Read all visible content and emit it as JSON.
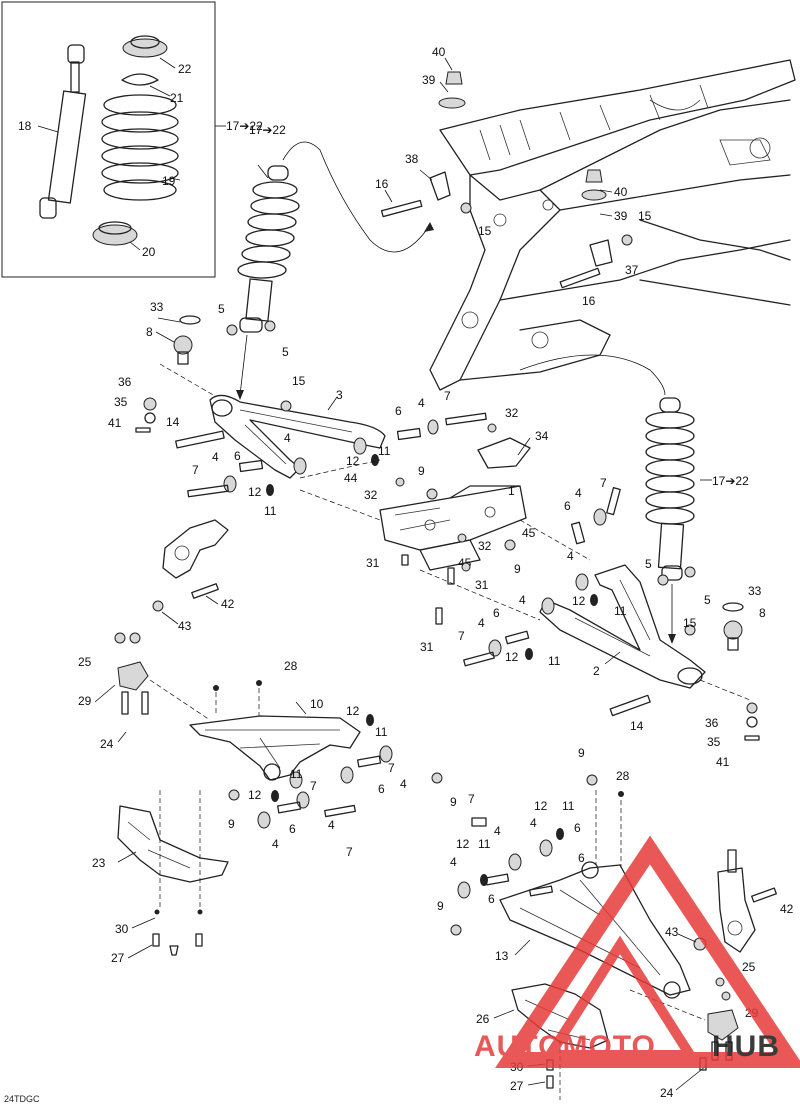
{
  "diagram_code": "24TDGC",
  "inset_reference": "17➔22",
  "watermark": {
    "text_left": "AUTOMOTO",
    "text_right": "HUB",
    "color_red": "#e63a3a",
    "color_dark": "#1a1a1a"
  },
  "callouts": {
    "c1": "1",
    "c2": "2",
    "c3": "3",
    "c4a": "4",
    "c4b": "4",
    "c4c": "4",
    "c4d": "4",
    "c4e": "4",
    "c4f": "4",
    "c4g": "4",
    "c4h": "4",
    "c4i": "4",
    "c4j": "4",
    "c5a": "5",
    "c5b": "5",
    "c5c": "5",
    "c5d": "5",
    "c6a": "6",
    "c6b": "6",
    "c6c": "6",
    "c6d": "6",
    "c6e": "6",
    "c6f": "6",
    "c6g": "6",
    "c6h": "6",
    "c7a": "7",
    "c7b": "7",
    "c7c": "7",
    "c7d": "7",
    "c7e": "7",
    "c7f": "7",
    "c7g": "7",
    "c8a": "8",
    "c8b": "8",
    "c9a": "9",
    "c9b": "9",
    "c9c": "9",
    "c9d": "9",
    "c9e": "9",
    "c9f": "9",
    "c10": "10",
    "c11a": "11",
    "c11b": "11",
    "c11c": "11",
    "c11d": "11",
    "c11e": "11",
    "c11f": "11",
    "c11g": "11",
    "c11h": "11",
    "c11i": "11",
    "c12a": "12",
    "c12b": "12",
    "c12c": "12",
    "c12d": "12",
    "c12e": "12",
    "c12f": "12",
    "c12g": "12",
    "c12h": "12",
    "c13": "13",
    "c14a": "14",
    "c14b": "14",
    "c15a": "15",
    "c15b": "15",
    "c15c": "15",
    "c15d": "15",
    "c16a": "16",
    "c16b": "16",
    "c17a": "17➔22",
    "c17b": "17➔22",
    "c18": "18",
    "c19": "19",
    "c20": "20",
    "c21": "21",
    "c22": "22",
    "c23": "23",
    "c24a": "24",
    "c24b": "24",
    "c25a": "25",
    "c25b": "25",
    "c26": "26",
    "c27a": "27",
    "c27b": "27",
    "c28a": "28",
    "c28b": "28",
    "c29a": "29",
    "c29b": "29",
    "c30a": "30",
    "c30b": "30",
    "c31a": "31",
    "c31b": "31",
    "c31c": "31",
    "c32a": "32",
    "c32b": "32",
    "c32c": "32",
    "c33a": "33",
    "c33b": "33",
    "c34": "34",
    "c35a": "35",
    "c35b": "35",
    "c36a": "36",
    "c36b": "36",
    "c37": "37",
    "c38": "38",
    "c39a": "39",
    "c39b": "39",
    "c40a": "40",
    "c40b": "40",
    "c41a": "41",
    "c41b": "41",
    "c42a": "42",
    "c42b": "42",
    "c43a": "43",
    "c43b": "43",
    "c44": "44",
    "c45a": "45",
    "c45b": "45"
  }
}
